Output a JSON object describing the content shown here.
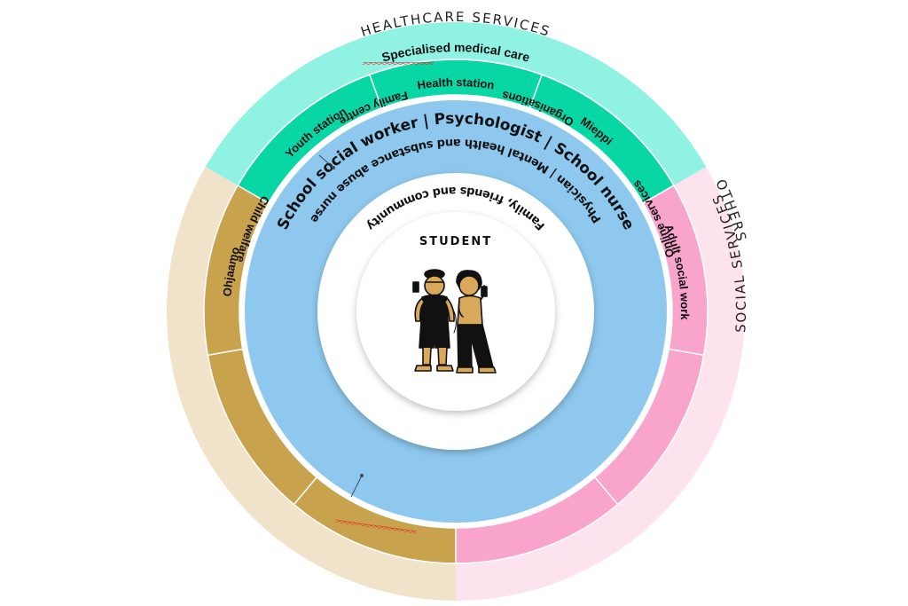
{
  "colors": {
    "healthcare_outer": "#8ff2e3",
    "healthcare_inner": "#08d6a4",
    "social_outer": "#fde3ee",
    "social_inner": "#f8a4cb",
    "others_outer": "#f0e3c9",
    "others_inner": "#c9a24e",
    "middle_ring": "#8ec8ee",
    "center": "#ffffff",
    "spelling_underline": "#e02020"
  },
  "outer_ring": {
    "healthcare": "HEALTHCARE SERVICES",
    "social": "SOCIAL SERVICES",
    "others": "OTHERS"
  },
  "healthcare": {
    "outer": "Specialised medical care",
    "inner": [
      "Youth station",
      "Health station",
      "Mieppi"
    ]
  },
  "social": {
    "inner": [
      "Adult social work",
      "Child welfare",
      "Family centre"
    ]
  },
  "others": {
    "inner": [
      "Ohjaamo",
      "Online services",
      "Organisations"
    ]
  },
  "school_team": {
    "top": "School social worker  |  Psychologist  |  School nurse",
    "bottom": "Physician | Mental health and substance abuse nurse"
  },
  "center": {
    "title": "STUDENT",
    "subtitle": "Family, friends and community",
    "illustration": "two-students-illustration"
  }
}
